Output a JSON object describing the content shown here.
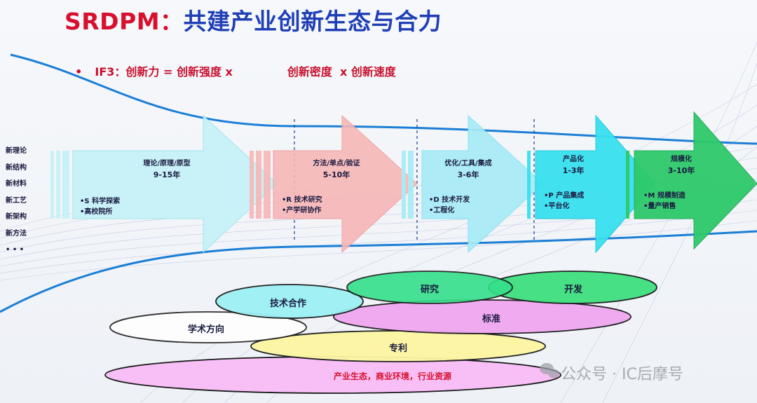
{
  "title": {
    "lead": "SRDPM：",
    "rest": "共建产业创新生态与合力"
  },
  "formula": {
    "bullet": "•",
    "text": "IF3：创新力 = 创新强度 x              创新密度  x 创新速度"
  },
  "left_list": [
    "新理论",
    "新结构",
    "新材料",
    "新工艺",
    "新架构",
    "新方法",
    "• • •"
  ],
  "stages": [
    {
      "title": "理论/原理/原型",
      "duration": "9-15年",
      "items": [
        "S 科学探索",
        "高校院所"
      ],
      "color": "#c4f2f7"
    },
    {
      "title": "方法/单点/验证",
      "duration": "5-10年",
      "items": [
        "R 技术研究",
        "产学研协作"
      ],
      "color": "#f7b7b7"
    },
    {
      "title": "优化/工具/集成",
      "duration": "3-6年",
      "items": [
        "D 技术开发",
        "工程化"
      ],
      "color": "#a8ecf6"
    },
    {
      "title": "产品化",
      "duration": "1-3年",
      "items": [
        "P 产品集成",
        "平台化"
      ],
      "color": "#38e0ef"
    },
    {
      "title": "规模化",
      "duration": "3-10年",
      "items": [
        "M 规模制造",
        "量产销售"
      ],
      "color": "#2ec96a"
    }
  ],
  "ellipses": [
    {
      "label": "技术合作",
      "color": "#9cf0f4"
    },
    {
      "label": "研究",
      "color": "#34e08a"
    },
    {
      "label": "开发",
      "color": "#3fe07e"
    },
    {
      "label": "标准",
      "color": "#f0a8f0"
    },
    {
      "label": "学术方向",
      "color": "#ffffff"
    },
    {
      "label": "专利",
      "color": "#fdf6a2"
    },
    {
      "label": "产业生态，商业环境，行业资源",
      "color": "#f7bff5"
    }
  ],
  "watermark": "公众号 · IC后摩号"
}
